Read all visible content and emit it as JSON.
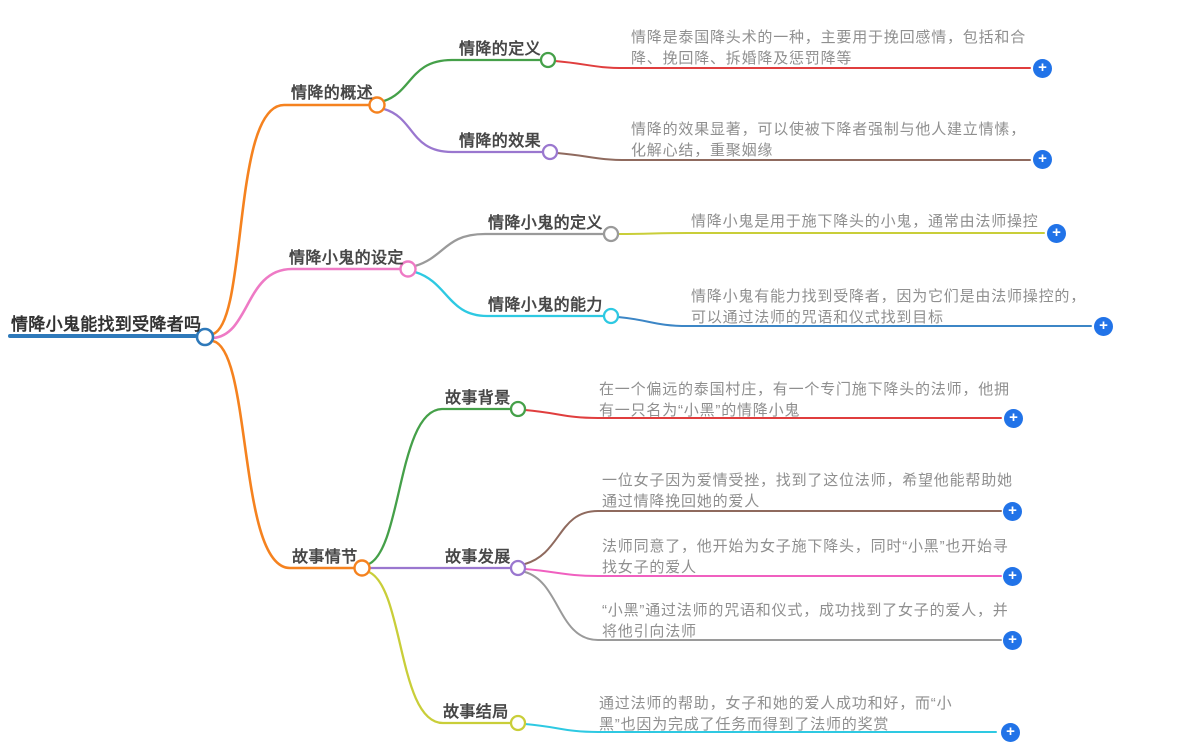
{
  "icons": {
    "plus": "+"
  },
  "colors": {
    "root_blue": "#2e79ba",
    "orange": "#f5821f",
    "green": "#45a049",
    "red": "#e03e3e",
    "purple": "#9a77cf",
    "brown": "#8f6a5e",
    "pink_branch": "#ee7ac5",
    "pink_leaf": "#f060c0",
    "gray": "#9a9a9a",
    "cyan": "#2ec9e2",
    "olive_yellow": "#c9ce39",
    "leaf_blue": "#3c86c6",
    "plus_blue": "#2173e8"
  },
  "mindmap": {
    "root": {
      "label": "情降小鬼能找到受降者吗"
    },
    "branches": [
      {
        "label": "情降的概述",
        "children": [
          {
            "label": "情降的定义",
            "leaves": [
              {
                "text": "情降是泰国降头术的一种，主要用于挽回感情，包括和合降、挽回降、拆婚降及惩罚降等"
              }
            ]
          },
          {
            "label": "情降的效果",
            "leaves": [
              {
                "text": "情降的效果显著，可以使被下降者强制与他人建立情愫，化解心结，重聚姻缘"
              }
            ]
          }
        ]
      },
      {
        "label": "情降小鬼的设定",
        "children": [
          {
            "label": "情降小鬼的定义",
            "leaves": [
              {
                "text": "情降小鬼是用于施下降头的小鬼，通常由法师操控"
              }
            ]
          },
          {
            "label": "情降小鬼的能力",
            "leaves": [
              {
                "text": "情降小鬼有能力找到受降者，因为它们是由法师操控的，可以通过法师的咒语和仪式找到目标"
              }
            ]
          }
        ]
      },
      {
        "label": "故事情节",
        "children": [
          {
            "label": "故事背景",
            "leaves": [
              {
                "text": "在一个偏远的泰国村庄，有一个专门施下降头的法师，他拥有一只名为“小黑”的情降小鬼"
              }
            ]
          },
          {
            "label": "故事发展",
            "leaves": [
              {
                "text": "一位女子因为爱情受挫，找到了这位法师，希望他能帮助她通过情降挽回她的爱人"
              },
              {
                "text": "法师同意了，他开始为女子施下降头，同时“小黑”也开始寻找女子的爱人"
              },
              {
                "text": "“小黑”通过法师的咒语和仪式，成功找到了女子的爱人，并将他引向法师"
              }
            ]
          },
          {
            "label": "故事结局",
            "leaves": [
              {
                "text": "通过法师的帮助，女子和她的爱人成功和好，而“小黑”也因为完成了任务而得到了法师的奖赏"
              }
            ]
          }
        ]
      }
    ]
  }
}
